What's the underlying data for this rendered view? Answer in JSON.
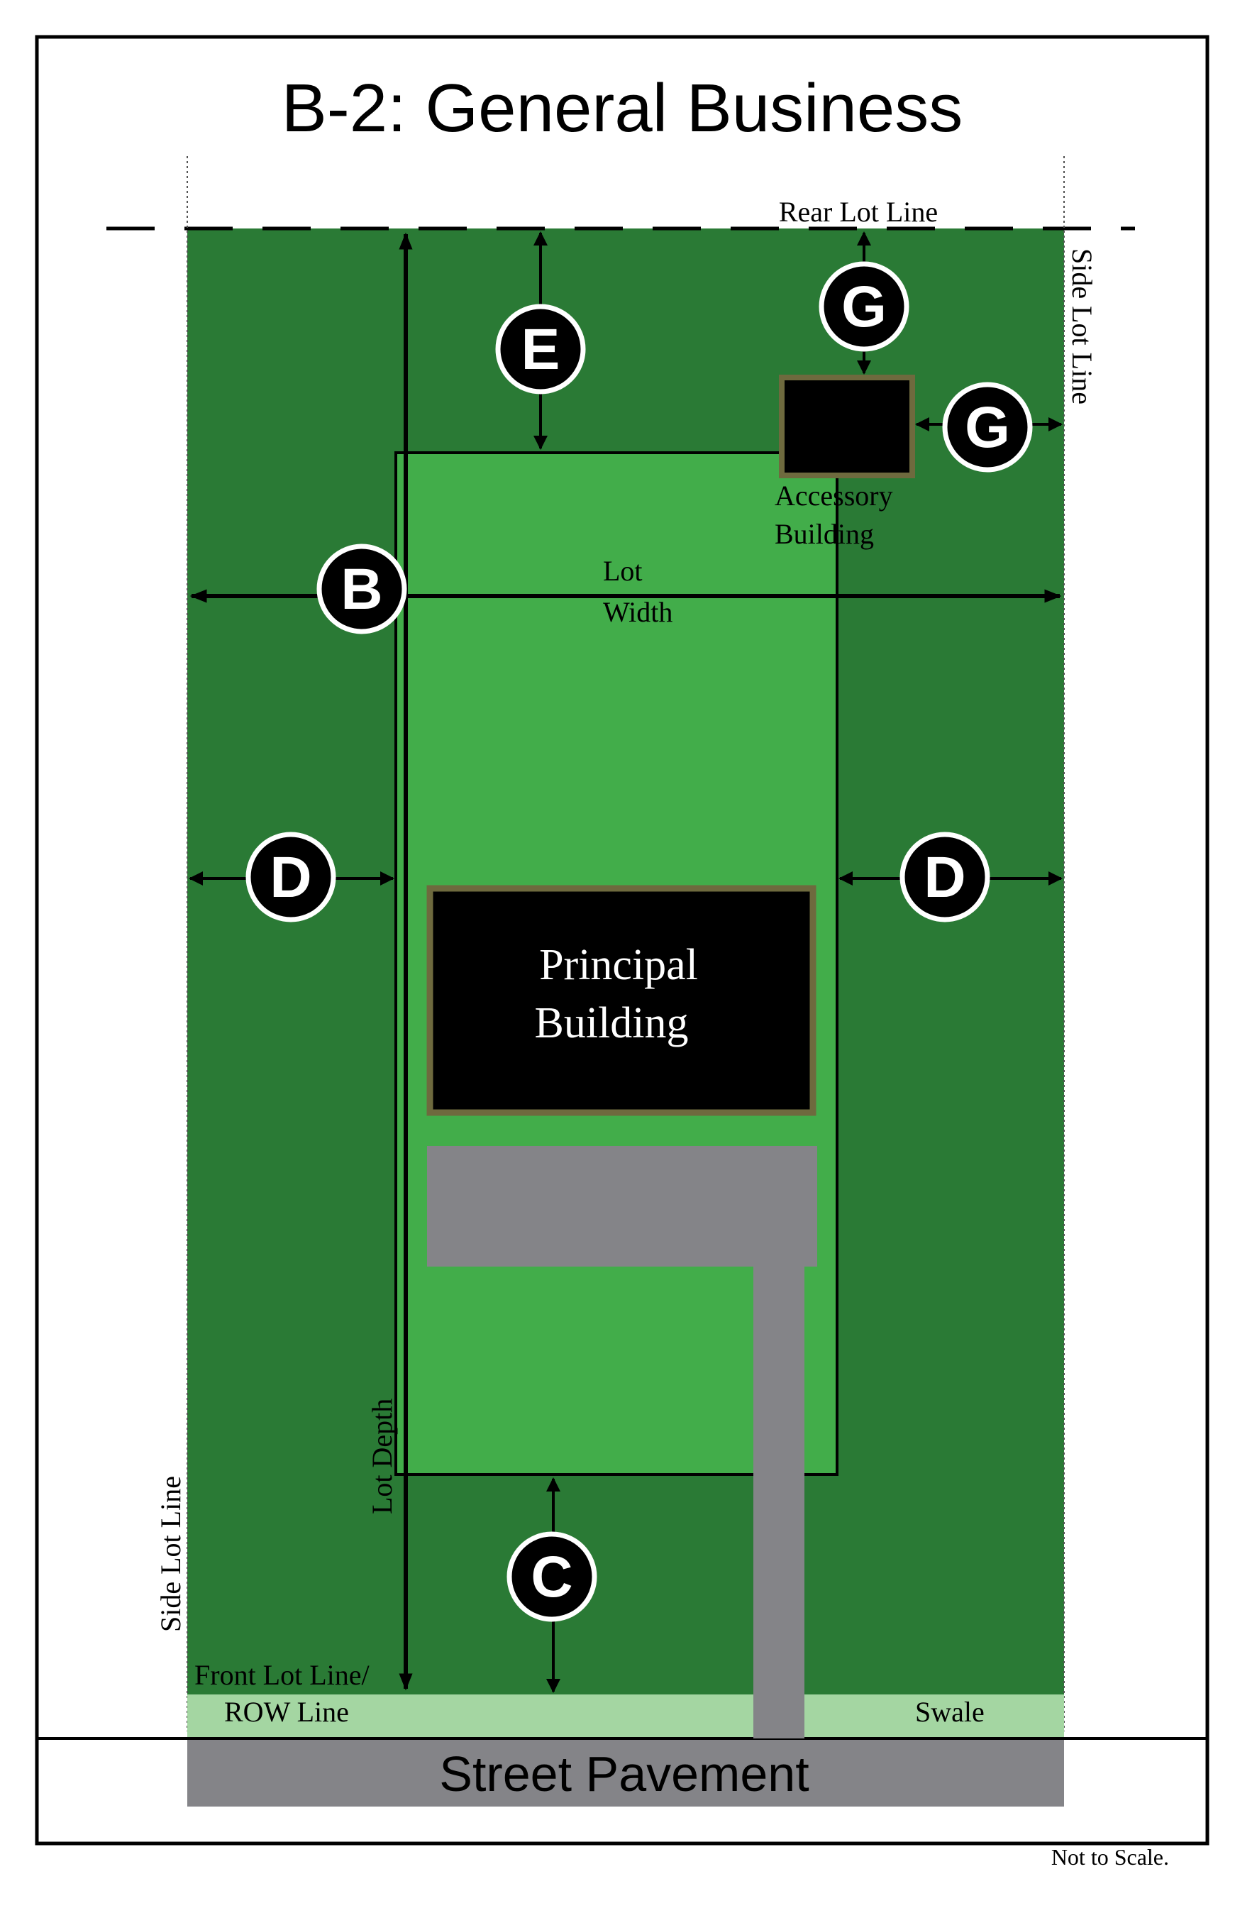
{
  "title": "B-2: General Business",
  "labels": {
    "rear_lot_line": "Rear Lot Line",
    "side_lot_line_right": "Side Lot Line",
    "side_lot_line_left": "Side Lot Line",
    "lot_width_1": "Lot",
    "lot_width_2": "Width",
    "lot_depth": "Lot Depth",
    "accessory_1": "Accessory",
    "accessory_2": "Building",
    "principal_1": "Principal",
    "principal_2": "Building",
    "front_lot_line_1": "Front Lot Line/",
    "front_lot_line_2": "ROW Line",
    "swale": "Swale",
    "street": "Street Pavement",
    "scale_note": "Not to Scale."
  },
  "markers": {
    "e": "E",
    "g_top": "G",
    "g_side": "G",
    "b": "B",
    "d_left": "D",
    "d_right": "D",
    "c": "C"
  },
  "colors": {
    "lot_dark_green": "#2a7a35",
    "buildable_green": "#42ad4a",
    "swale_green": "#a4d6a2",
    "pavement_gray": "#848488",
    "building_black": "#000000",
    "building_border": "#6e6a3e",
    "frame": "#000000"
  }
}
